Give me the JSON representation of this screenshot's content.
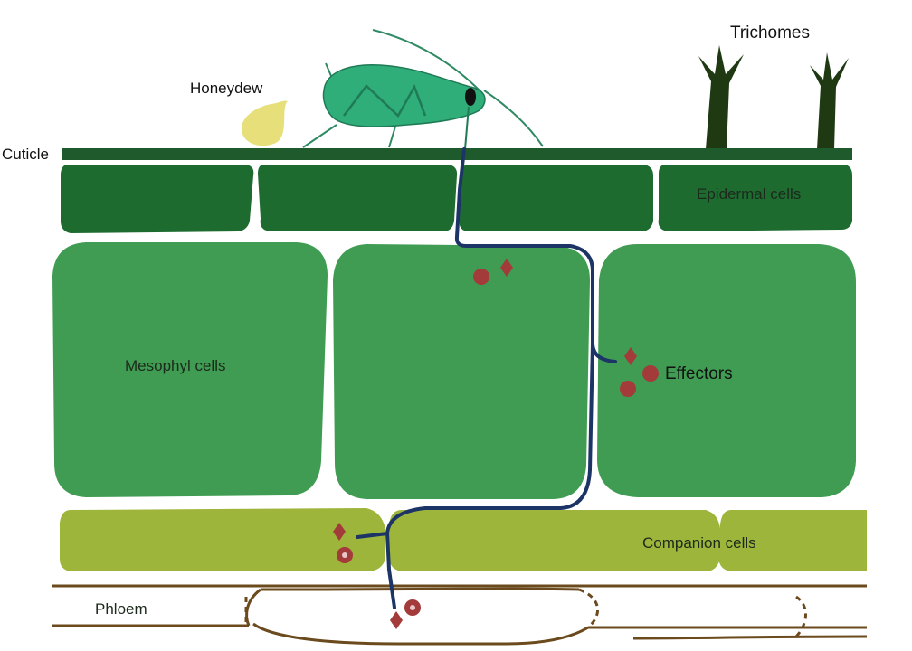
{
  "labels": {
    "trichomes": "Trichomes",
    "honeydew": "Honeydew",
    "cuticle": "Cuticle",
    "epidermal_cells": "Epidermal cells",
    "mesophyl_cells": "Mesophyl cells",
    "effectors": "Effectors",
    "companion_cells": "Companion cells",
    "phloem": "Phloem"
  },
  "colors": {
    "cuticle": "#1f5a2c",
    "epidermal": "#1e6b30",
    "mesophyll": "#3f9c52",
    "companion": "#9db53a",
    "phloem_wall": "#6b4a1e",
    "aphid_body": "#2fae7a",
    "stylet": "#1d3566",
    "effector": "#a33b3b",
    "honeydew": "#e6df7a",
    "trichome": "#1f3a12"
  }
}
